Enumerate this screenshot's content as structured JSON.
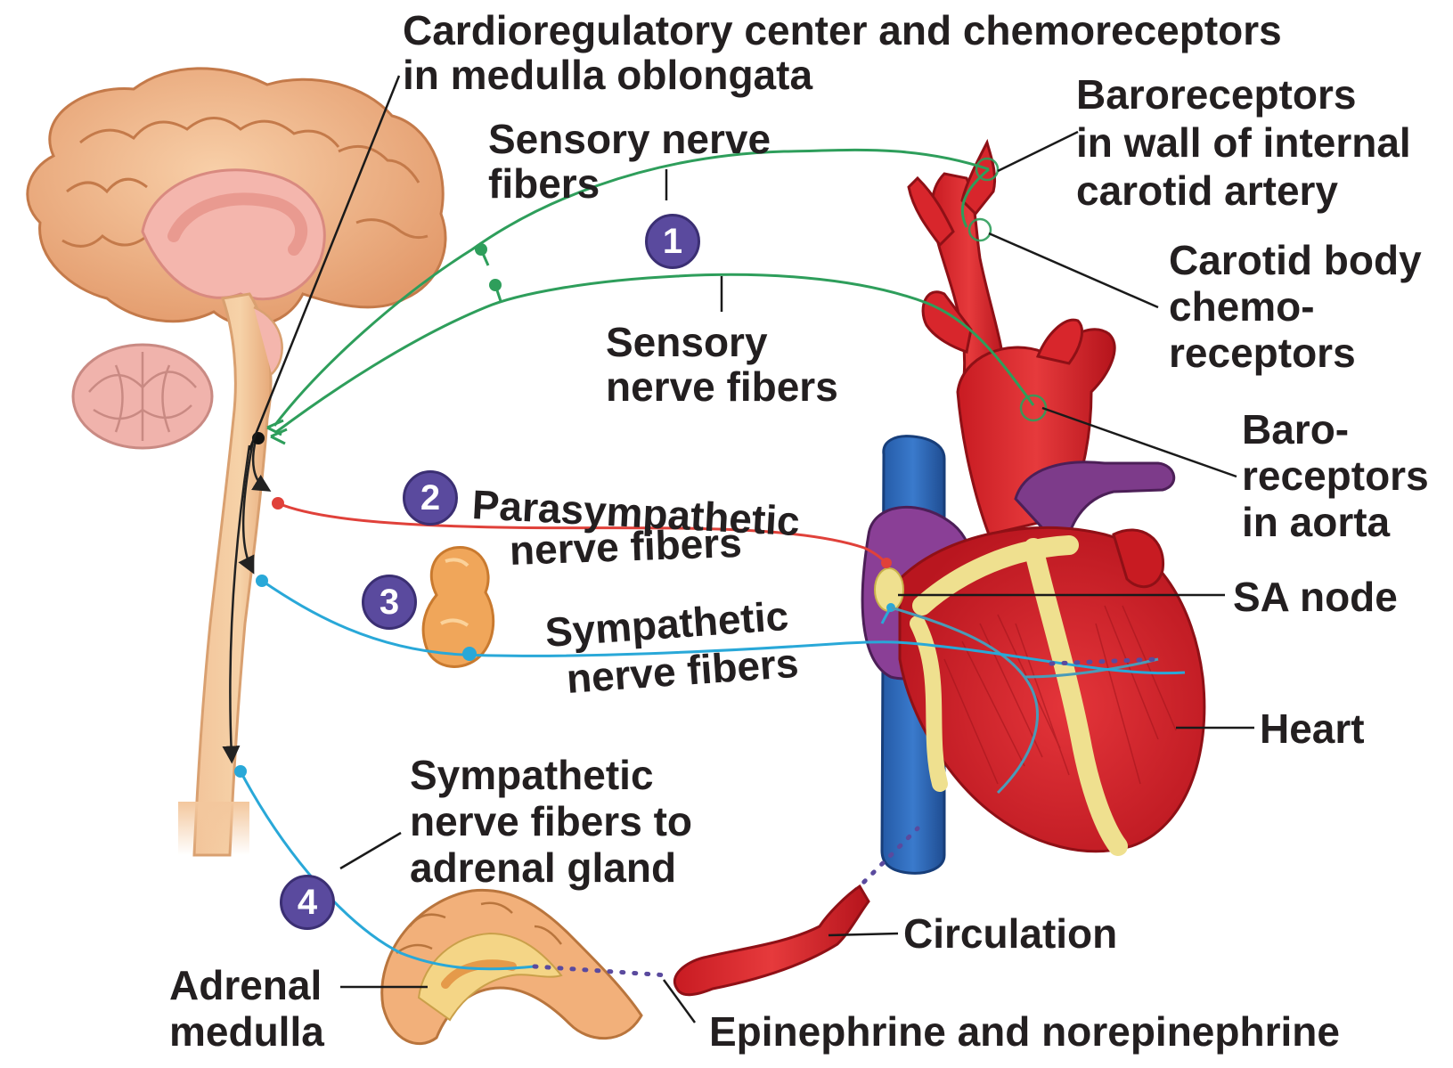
{
  "labels": {
    "cardio_line1": "Cardioregulatory center and chemoreceptors",
    "cardio_line2": "in medulla oblongata",
    "sensory_upper_line1": "Sensory nerve",
    "sensory_upper_line2": "fibers",
    "sensory_lower_line1": "Sensory",
    "sensory_lower_line2": "nerve fibers",
    "baro_carotid_line1": "Baroreceptors",
    "baro_carotid_line2": "in wall of internal",
    "baro_carotid_line3": "carotid artery",
    "carotid_body_line1": "Carotid body",
    "carotid_body_line2": "chemo-",
    "carotid_body_line3": "receptors",
    "baro_aorta_line1": "Baro-",
    "baro_aorta_line2": "receptors",
    "baro_aorta_line3": "in aorta",
    "parasym_line1": "Parasympathetic",
    "parasym_line2": "nerve fibers",
    "sym_line1": "Sympathetic",
    "sym_line2": "nerve fibers",
    "sa_node": "SA node",
    "heart": "Heart",
    "sym_adrenal_line1": "Sympathetic",
    "sym_adrenal_line2": "nerve fibers to",
    "sym_adrenal_line3": "adrenal gland",
    "circulation": "Circulation",
    "adrenal_line1": "Adrenal",
    "adrenal_line2": "medulla",
    "epinephrine": "Epinephrine and norepinephrine"
  },
  "steps": [
    "1",
    "2",
    "3",
    "4"
  ],
  "colors": {
    "sensory": "#2e9e5b",
    "parasympathetic": "#e0413a",
    "sympathetic": "#29a8d8",
    "step_badge": "#5a4a9e",
    "brain": "#f2b98e",
    "artery": "#d8262c",
    "vein": "#2e68b8",
    "fat": "#efe08f"
  }
}
